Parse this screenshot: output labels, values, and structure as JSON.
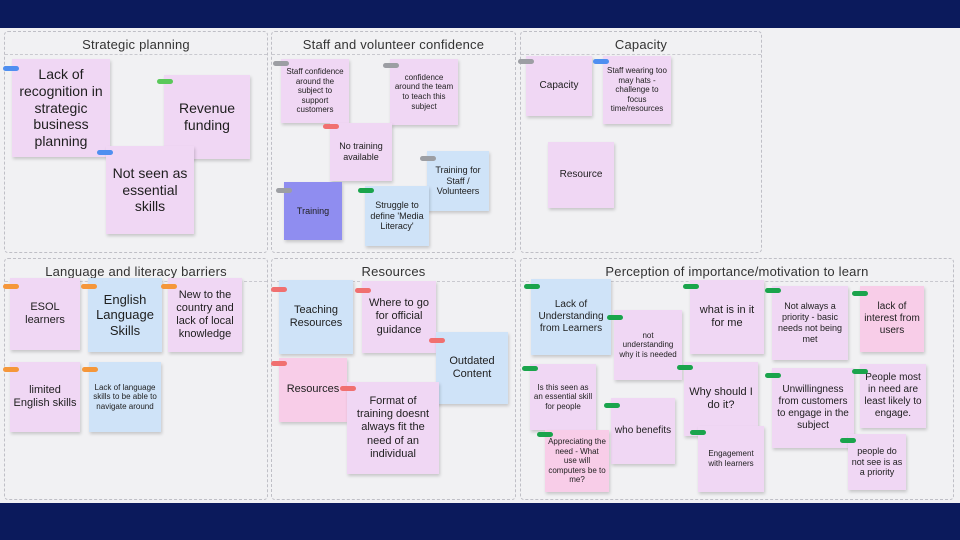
{
  "board": {
    "sections": {
      "strategic_planning": "Strategic planning",
      "staff_confidence": "Staff and volunteer confidence",
      "capacity": "Capacity",
      "language_barriers": "Language and literacy barriers",
      "resources": "Resources",
      "perception": "Perception of importance/motivation to learn"
    },
    "notes": {
      "lack_recognition": "Lack of recognition in strategic business planning",
      "revenue_funding": "Revenue funding",
      "not_seen_essential": "Not seen as essential skills",
      "staff_conf_subject": "Staff confidence around the subject to support customers",
      "conf_team": "confidence around the team to teach this subject",
      "no_training": "No training available",
      "training_staff": "Training for Staff / Volunteers",
      "training": "Training",
      "struggle_define": "Struggle to define 'Media Literacy'",
      "capacity_note": "Capacity",
      "staff_hats": "Staff wearing too may hats - challenge to focus time/resources",
      "resource": "Resource",
      "esol": "ESOL learners",
      "english_lang": "English Language Skills",
      "new_country": "New to the country and lack of local knowledge",
      "limited_english": "limited English skills",
      "lack_lang_skills": "Lack of language skills to be able to navigate around",
      "teaching_resources": "Teaching Resources",
      "where_to_go": "Where to go for official guidance",
      "outdated": "Outdated Content",
      "resources_note": "Resources",
      "format_training": "Format of training doesnt always fit the need of an individual",
      "lack_understanding": "Lack of Understanding from Learners",
      "not_understanding": "not understanding why it is needed",
      "what_in_it": "what is in it for me",
      "not_always_priority": "Not always a priority - basic needs not being met",
      "lack_interest": "lack of interest from users",
      "essential_skill": "Is this seen as an essential skill for people",
      "why_should": "Why should I do it?",
      "unwillingness": "Unwillingness from customers to engage in the subject",
      "people_most": "People most in need are least likely to engage.",
      "who_benefits": "who benefits",
      "appreciating": "Appreciating the need - What use will computers be to me?",
      "engagement": "Engagement with learners",
      "not_see_priority": "people do not see is as a priority"
    }
  },
  "colors": {
    "background": "#0b1a5c",
    "board": "#f1f1f3",
    "note_pink": "#f0d7f4",
    "note_blue": "#cfe3f8",
    "note_purple": "#8f8df0",
    "note_rose": "#f8cde8"
  }
}
